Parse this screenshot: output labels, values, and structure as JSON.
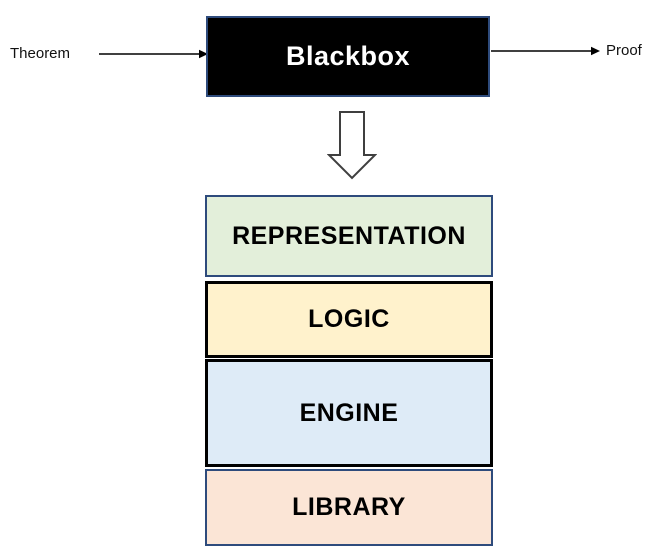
{
  "flow": {
    "input_label": "Theorem",
    "blackbox_label": "Blackbox",
    "output_label": "Proof"
  },
  "stack": {
    "layers": [
      {
        "label": "REPRESENTATION",
        "bg": "#e3efda",
        "border": "#2e4b7c"
      },
      {
        "label": "LOGIC",
        "bg": "#fff2cc",
        "border": "#000000"
      },
      {
        "label": "ENGINE",
        "bg": "#deebf7",
        "border": "#000000"
      },
      {
        "label": "LIBRARY",
        "bg": "#fbe5d6",
        "border": "#2e4b7c"
      }
    ]
  },
  "icons": {
    "input_arrow": "right-arrow",
    "output_arrow": "right-arrow",
    "down_arrow": "hollow-down-arrow"
  },
  "colors": {
    "background": "#ffffff",
    "blackbox_bg": "#000000",
    "blackbox_border": "#2e4b7c",
    "blackbox_text": "#ffffff",
    "arrow_stroke": "#000000",
    "down_arrow_fill": "#ffffff",
    "down_arrow_stroke": "#3f3f3f",
    "label_text": "#111111"
  }
}
